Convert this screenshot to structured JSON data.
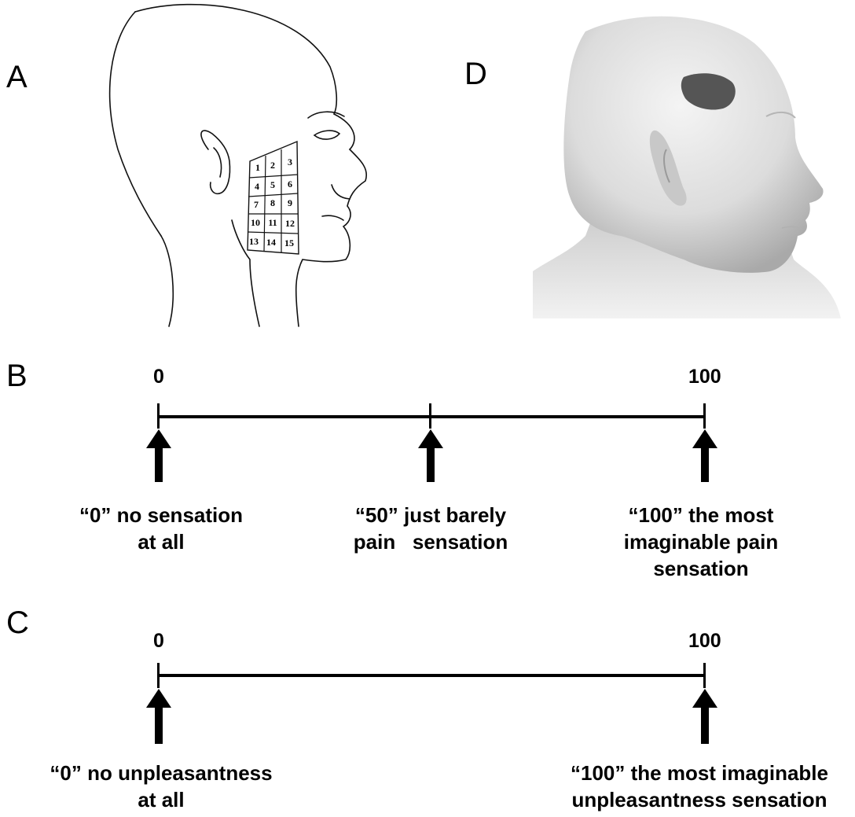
{
  "panels": {
    "a": "A",
    "b": "B",
    "c": "C",
    "d": "D"
  },
  "face_grid": {
    "cells": [
      "1",
      "2",
      "3",
      "4",
      "5",
      "6",
      "7",
      "8",
      "9",
      "10",
      "11",
      "12",
      "13",
      "14",
      "15"
    ]
  },
  "scale_b": {
    "min_label": "0",
    "max_label": "100",
    "anchors": [
      {
        "line1": "“0” no sensation",
        "line2": "at all",
        "line3": ""
      },
      {
        "line1": "“50” just barely",
        "line2": "pain   sensation",
        "line3": ""
      },
      {
        "line1": "“100” the most",
        "line2": "imaginable pain",
        "line3": "sensation"
      }
    ]
  },
  "scale_c": {
    "min_label": "0",
    "max_label": "100",
    "anchors": [
      {
        "line1": "“0” no unpleasantness",
        "line2": "at all"
      },
      {
        "line1": "“100” the most imaginable",
        "line2": "unpleasantness sensation"
      }
    ]
  }
}
